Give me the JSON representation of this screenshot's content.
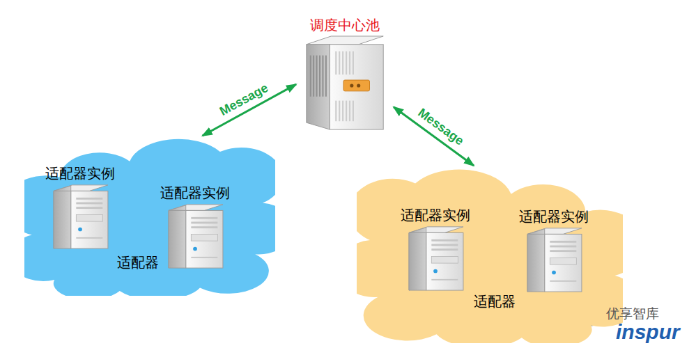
{
  "diagram": {
    "nodes": [
      {
        "text": [
          "调度中心池"
        ]
      },
      {
        "text": [
          "适配器"
        ]
      },
      {
        "text": [
          "适配器实例"
        ],
        "in": 1
      },
      {
        "text": [
          "适配器实例"
        ],
        "in": 1
      },
      {
        "text": [
          "适配器"
        ]
      },
      {
        "text": [
          "适配器实例"
        ],
        "in": 4
      },
      {
        "text": [
          "适配器实例"
        ],
        "in": 4
      }
    ],
    "edges": [
      {
        "from": 0,
        "to": 1,
        "label": "Message",
        "arrow": "both"
      },
      {
        "from": 0,
        "to": 4,
        "label": "Message",
        "arrow": "both"
      }
    ],
    "labels": [
      "优享智库",
      "inspur"
    ]
  }
}
